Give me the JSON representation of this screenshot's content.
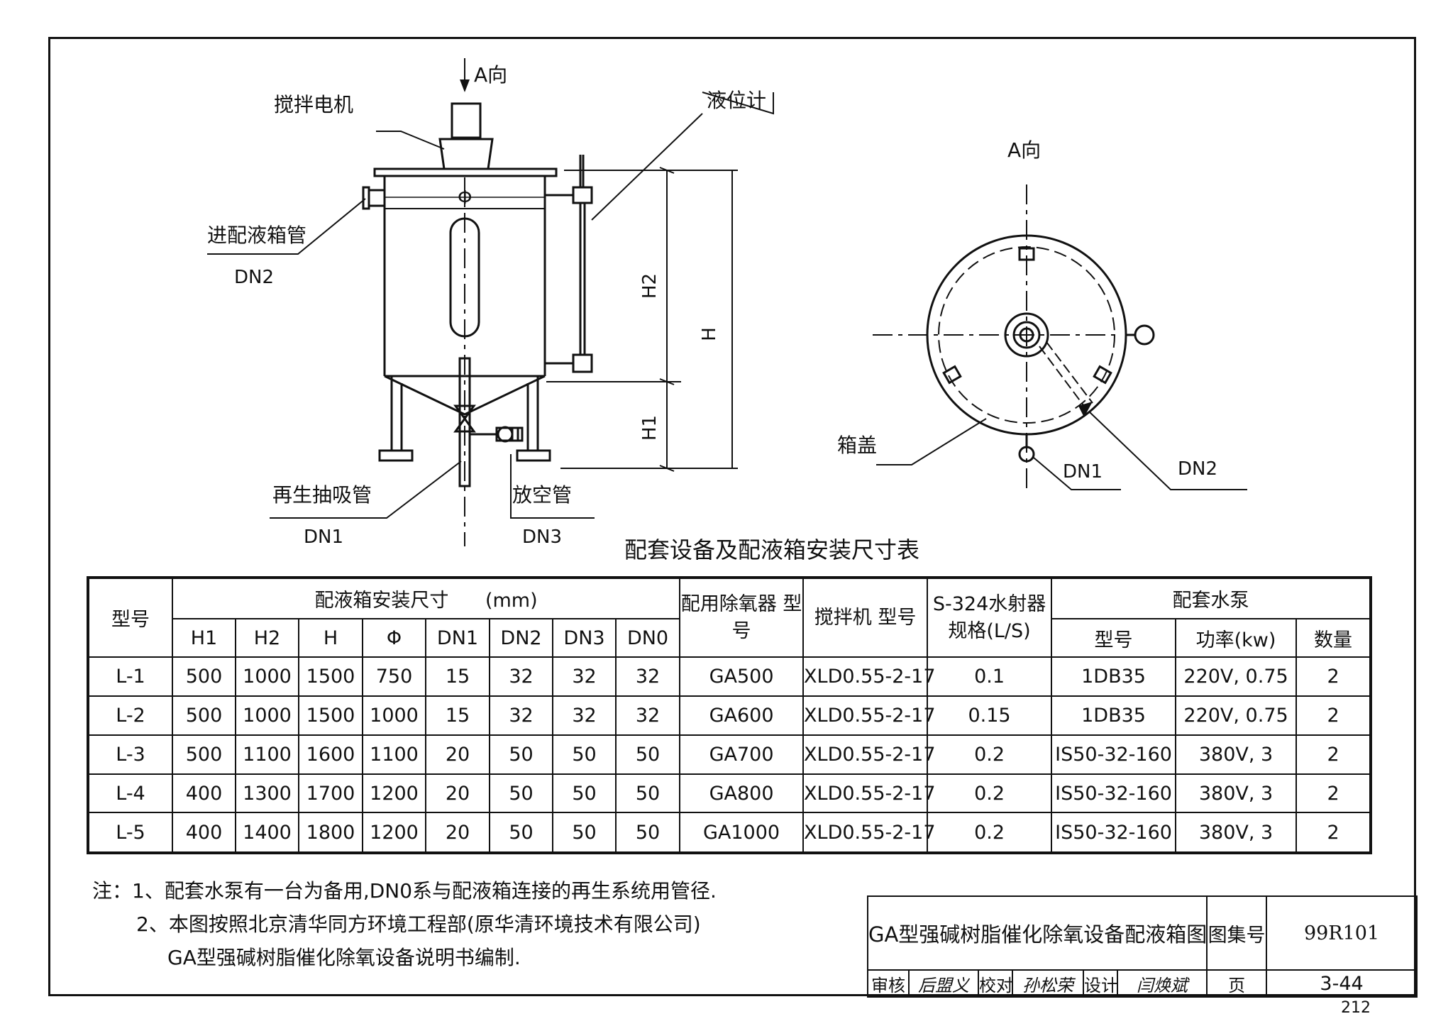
{
  "drawing": {
    "motor_label": "搅拌电机",
    "a_dir_top": "A向",
    "level_gauge_label": "液位计",
    "inlet_pipe_label": "进配液箱管",
    "inlet_pipe_dn": "DN2",
    "dim_h2": "H2",
    "dim_h": "H",
    "dim_h1": "H1",
    "phi": "Φ",
    "suction_pipe_label": "再生抽吸管",
    "suction_pipe_dn": "DN1",
    "drain_pipe_label": "放空管",
    "drain_pipe_dn": "DN3",
    "view_a_label": "A向",
    "lid_label": "箱盖",
    "view_dn1": "DN1",
    "view_dn2": "DN2"
  },
  "table": {
    "title": "配套设备及配液箱安装尺寸表",
    "header": {
      "model": "型号",
      "dims_group": "配液箱安装尺寸",
      "dims_unit": "(mm)",
      "deaerator": "配用除氧器 型号",
      "mixer": "搅拌机 型号",
      "ejector": "S-324水射器 规格(L/S)",
      "pump_group": "配套水泵",
      "pump_model": "型号",
      "pump_power": "功率(kw)",
      "pump_qty": "数量",
      "h1": "H1",
      "h2": "H2",
      "h": "H",
      "phi": "Φ",
      "dn1": "DN1",
      "dn2": "DN2",
      "dn3": "DN3",
      "dn0": "DN0"
    },
    "rows": [
      [
        "L-1",
        "500",
        "1000",
        "1500",
        "750",
        "15",
        "32",
        "32",
        "32",
        "GA500",
        "XLD0.55-2-17",
        "0.1",
        "1DB35",
        "220V, 0.75",
        "2"
      ],
      [
        "L-2",
        "500",
        "1000",
        "1500",
        "1000",
        "15",
        "32",
        "32",
        "32",
        "GA600",
        "XLD0.55-2-17",
        "0.15",
        "1DB35",
        "220V, 0.75",
        "2"
      ],
      [
        "L-3",
        "500",
        "1100",
        "1600",
        "1100",
        "20",
        "50",
        "50",
        "50",
        "GA700",
        "XLD0.55-2-17",
        "0.2",
        "IS50-32-160",
        "380V, 3",
        "2"
      ],
      [
        "L-4",
        "400",
        "1300",
        "1700",
        "1200",
        "20",
        "50",
        "50",
        "50",
        "GA800",
        "XLD0.55-2-17",
        "0.2",
        "IS50-32-160",
        "380V, 3",
        "2"
      ],
      [
        "L-5",
        "400",
        "1400",
        "1800",
        "1200",
        "20",
        "50",
        "50",
        "50",
        "GA1000",
        "XLD0.55-2-17",
        "0.2",
        "IS50-32-160",
        "380V, 3",
        "2"
      ]
    ]
  },
  "notes": {
    "line1": "注：1、配套水泵有一台为备用,DN0系与配液箱连接的再生系统用管径.",
    "line2": "2、本图按照北京清华同方环境工程部(原华清环境技术有限公司)",
    "line3": "GA型强碱树脂催化除氧设备说明书编制."
  },
  "title_block": {
    "drawing_title": "GA型强碱树脂催化除氧设备配液箱图",
    "atlas_label": "图集号",
    "atlas_no": "99R101",
    "review_label": "审核",
    "review_sign": "后盟义",
    "check_label": "校对",
    "check_sign": "孙松荣",
    "design_label": "设计",
    "design_sign": "闫焕斌",
    "page_label": "页",
    "page_no": "3-44"
  },
  "sheet_number": "212"
}
